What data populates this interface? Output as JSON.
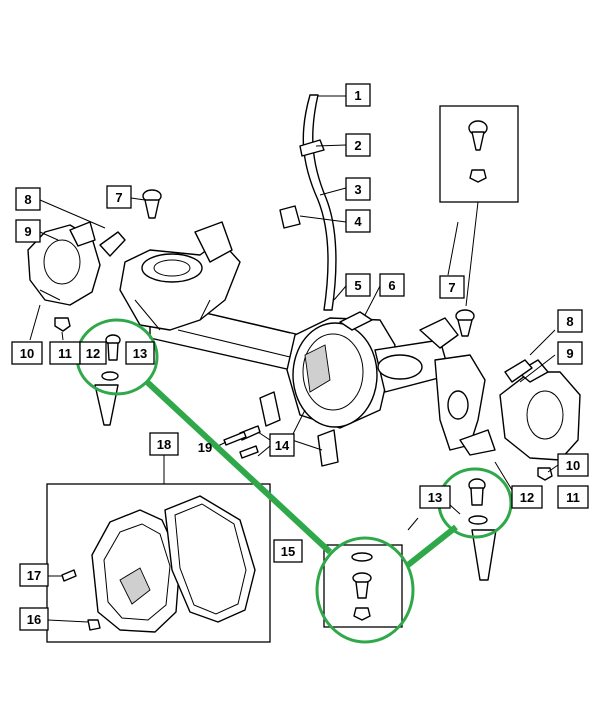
{
  "callouts": [
    {
      "label": "1"
    },
    {
      "label": "2"
    },
    {
      "label": "3"
    },
    {
      "label": "4"
    },
    {
      "label": "5"
    },
    {
      "label": "6"
    },
    {
      "label": "7"
    },
    {
      "label": "7"
    },
    {
      "label": "8"
    },
    {
      "label": "9"
    },
    {
      "label": "10"
    },
    {
      "label": "11"
    },
    {
      "label": "12"
    },
    {
      "label": "13"
    },
    {
      "label": "8"
    },
    {
      "label": "9"
    },
    {
      "label": "10"
    },
    {
      "label": "11"
    },
    {
      "label": "12"
    },
    {
      "label": "13"
    },
    {
      "label": "14"
    },
    {
      "label": "15"
    },
    {
      "label": "16"
    },
    {
      "label": "17"
    },
    {
      "label": "18"
    },
    {
      "label": "19"
    }
  ],
  "highlight": {
    "color": "#2fa84a"
  }
}
